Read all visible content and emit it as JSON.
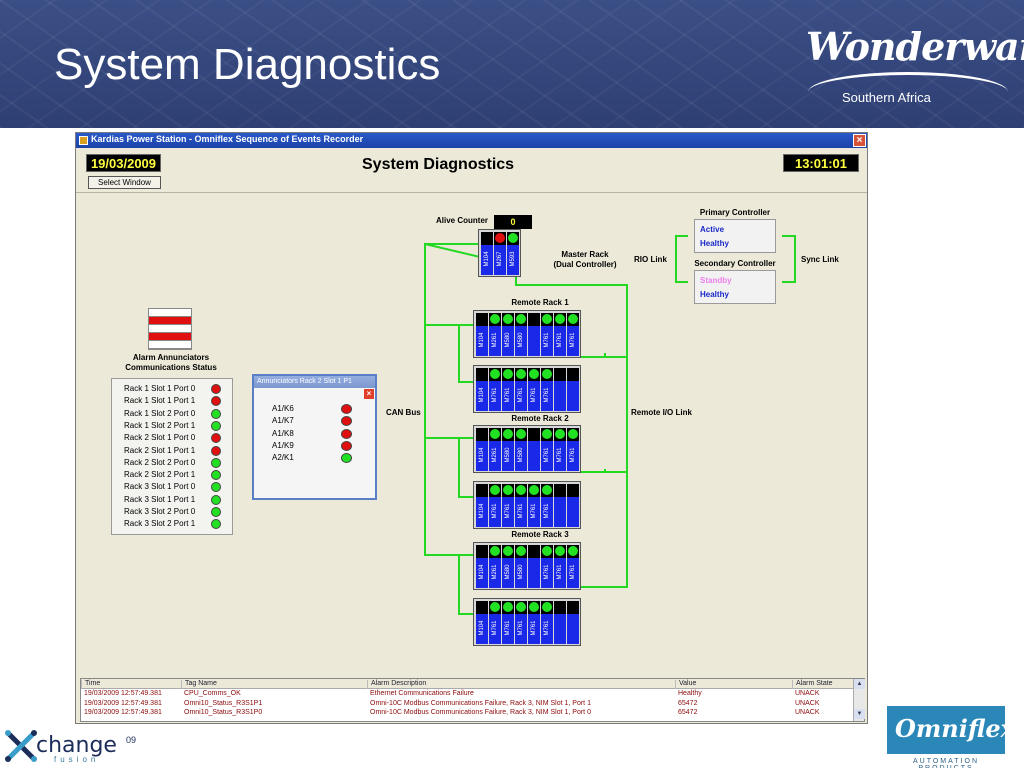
{
  "slide": {
    "title": "System Diagnostics",
    "logo_top_right_sub": "Southern Africa",
    "logo_bottom_left": {
      "word": "change",
      "sup": "09",
      "sub": "fusion"
    },
    "logo_bottom_right": {
      "sub": "AUTOMATION PRODUCTS"
    }
  },
  "window": {
    "title": "Kardias Power Station - Omniflex Sequence of Events Recorder",
    "close": "×"
  },
  "header": {
    "date": "19/03/2009",
    "select_window": "Select Window",
    "screen_title": "System Diagnostics",
    "time": "13:01:01"
  },
  "diagram": {
    "alive_counter": {
      "label": "Alive Counter",
      "value": "0"
    },
    "master_rack": {
      "label_line1": "Master Rack",
      "label_line2": "(Dual Controller)",
      "modules": [
        "M104",
        "M267",
        "M593"
      ]
    },
    "primary_controller": {
      "label": "Primary Controller",
      "status1": "Active",
      "status2": "Healthy"
    },
    "secondary_controller": {
      "label": "Secondary Controller",
      "status1": "Standby",
      "status2": "Healthy"
    },
    "rio_link": "RIO Link",
    "sync_link": "Sync Link",
    "can_bus": "CAN Bus",
    "remote_io_link": "Remote I/O Link",
    "remote_racks": [
      {
        "label": "Remote Rack 1",
        "modules": [
          "M104",
          "M261",
          "M580",
          "M580",
          "",
          "M761",
          "M761",
          "M761"
        ]
      },
      {
        "label": "Remote Rack 2",
        "modules": [
          "M104",
          "M261",
          "M580",
          "M580",
          "",
          "M761",
          "M761",
          "M761"
        ]
      },
      {
        "label": "Remote Rack 3",
        "modules": [
          "M104",
          "M261",
          "M580",
          "M580",
          "",
          "M761",
          "M761",
          "M761"
        ]
      }
    ],
    "expansion_modules": [
      "M104",
      "M761",
      "M761",
      "M761",
      "M761",
      "M761"
    ],
    "alarm_annunciators": {
      "line1": "Alarm Annunciators",
      "line2": "Communications Status"
    }
  },
  "ports": [
    {
      "label": "Rack 1 Slot 1 Port 0",
      "status": "red"
    },
    {
      "label": "Rack 1 Slot 1 Port 1",
      "status": "red"
    },
    {
      "label": "Rack 1 Slot 2 Port 0",
      "status": "green"
    },
    {
      "label": "Rack 1 Slot 2 Port 1",
      "status": "green"
    },
    {
      "label": "Rack 2 Slot 1 Port 0",
      "status": "red"
    },
    {
      "label": "Rack 2 Slot 1 Port 1",
      "status": "red"
    },
    {
      "label": "Rack 2 Slot 2 Port 0",
      "status": "green"
    },
    {
      "label": "Rack 2 Slot 2 Port 1",
      "status": "green"
    },
    {
      "label": "Rack 3 Slot 1 Port 0",
      "status": "green"
    },
    {
      "label": "Rack 3 Slot 1 Port 1",
      "status": "green"
    },
    {
      "label": "Rack 3 Slot 2 Port 0",
      "status": "green"
    },
    {
      "label": "Rack 3 Slot 2 Port 1",
      "status": "green"
    }
  ],
  "popup": {
    "title": "Annunciators Rack 2 Slot 1 P1",
    "close": "×",
    "items": [
      {
        "label": "A1/K6",
        "status": "red"
      },
      {
        "label": "A1/K7",
        "status": "red"
      },
      {
        "label": "A1/K8",
        "status": "red"
      },
      {
        "label": "A1/K9",
        "status": "red"
      },
      {
        "label": "A2/K1",
        "status": "green"
      }
    ]
  },
  "alarms": {
    "columns": [
      "Time",
      "Tag Name",
      "Alarm Description",
      "Value",
      "Alarm State"
    ],
    "rows": [
      [
        "19/03/2009 12:57:49.381",
        "CPU_Comms_OK",
        "Ethernet Communications Failure",
        "Healthy",
        "UNACK"
      ],
      [
        "19/03/2009 12:57:49.381",
        "Omni10_Status_R3S1P1",
        "Omni-10C Modbus Communications Failure, Rack 3, NIM Slot 1,  Port 1",
        "65472",
        "UNACK"
      ],
      [
        "19/03/2009 12:57:49.381",
        "Omni10_Status_R3S1P0",
        "Omni-10C Modbus Communications Failure, Rack 3, NIM Slot 1,  Port 0",
        "65472",
        "UNACK"
      ]
    ]
  },
  "colors": {
    "led_red": "#e01010",
    "led_green": "#22e022",
    "module_blue": "#1a28e8",
    "link_green": "#22d822",
    "banner": "#34477c",
    "alarm_text": "#8b0a0a"
  }
}
